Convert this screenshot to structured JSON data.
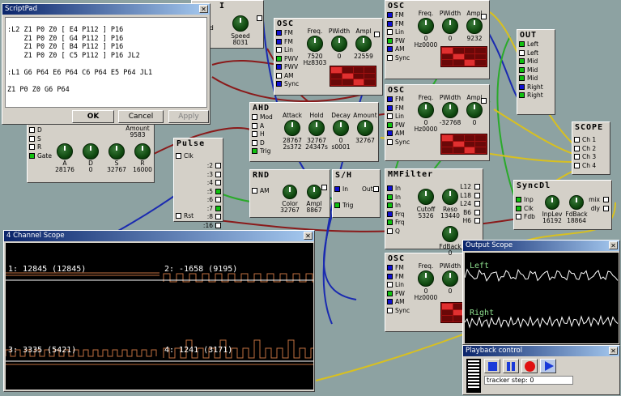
{
  "modules": {
    "speed": {
      "title": "I",
      "knob_name": "Speed",
      "knob_value": "8031",
      "left_label": "d"
    },
    "osc1": {
      "title": "OSC",
      "inputs": [
        "FM",
        "FM",
        "Lin",
        "PWV",
        "PWV",
        "AM",
        "Sync"
      ],
      "knobs": [
        {
          "n": "Freq.",
          "v": "7520",
          "s": "Hz8303"
        },
        {
          "n": "PWidth",
          "v": "0",
          "s": ""
        },
        {
          "n": "Ampl",
          "v": "22559",
          "s": ""
        }
      ]
    },
    "osc2": {
      "title": "OSC",
      "inputs": [
        "FM",
        "FM",
        "Lin",
        "PW",
        "AM",
        "Sync"
      ],
      "knobs": [
        {
          "n": "Freq.",
          "v": "0",
          "s": "Hz0000"
        },
        {
          "n": "PWidth",
          "v": "0",
          "s": ""
        },
        {
          "n": "Ampl",
          "v": "9232",
          "s": ""
        }
      ]
    },
    "osc3": {
      "title": "OSC",
      "inputs": [
        "FM",
        "FM",
        "Lin",
        "PW",
        "AM",
        "Sync"
      ],
      "knobs": [
        {
          "n": "Freq.",
          "v": "0",
          "s": "Hz0000"
        },
        {
          "n": "PWidth",
          "v": "-32768",
          "s": ""
        },
        {
          "n": "Ampl",
          "v": "0",
          "s": ""
        }
      ]
    },
    "osc4": {
      "title": "OSC",
      "inputs": [
        "FM",
        "FM",
        "Lin",
        "PW",
        "AM",
        "Sync"
      ],
      "knobs": [
        {
          "n": "Freq.",
          "v": "0",
          "s": "Hz0000"
        },
        {
          "n": "PWidth",
          "v": "0",
          "s": ""
        }
      ]
    },
    "out": {
      "title": "OUT",
      "inputs": [
        "Left",
        "Left",
        "Mid",
        "Mid",
        "Mid",
        "Right",
        "Right"
      ]
    },
    "scope": {
      "title": "SCOPE",
      "inputs": [
        "Ch 1",
        "Ch 2",
        "Ch 3",
        "Ch 4"
      ]
    },
    "adsr": {
      "inputs": [
        "D",
        "S",
        "R",
        "Gate"
      ],
      "amount_label": "Amount",
      "amount_value": "9583",
      "knobs": [
        {
          "n": "A",
          "v": "28176"
        },
        {
          "n": "D",
          "v": "0"
        },
        {
          "n": "S",
          "v": "32767"
        },
        {
          "n": "R",
          "v": "16000"
        }
      ]
    },
    "ahd": {
      "title": "AHD",
      "inputs": [
        "Mod",
        "A",
        "H",
        "D",
        "Trig"
      ],
      "knobs": [
        {
          "n": "Attack",
          "v": "28767",
          "s": "2s372"
        },
        {
          "n": "Hold",
          "v": "32767",
          "s": "24347s"
        },
        {
          "n": "Decay",
          "v": "0",
          "s": "s0001"
        },
        {
          "n": "Amount",
          "v": "32767",
          "s": ""
        }
      ]
    },
    "pulse": {
      "title": "Pulse",
      "inputs": [
        "Clk",
        "Rst"
      ],
      "outputs": [
        ":2",
        ":3",
        ":4",
        ":5",
        ":6",
        ":7",
        ":8",
        ":16"
      ]
    },
    "rnd": {
      "title": "RND",
      "inputs": [
        "AM"
      ],
      "knobs": [
        {
          "n": "Color",
          "v": "32767"
        },
        {
          "n": "Ampl",
          "v": "8867"
        }
      ]
    },
    "sh": {
      "title": "S/H",
      "inputs": [
        "In",
        "Trig"
      ],
      "out_label": "Out"
    },
    "mmf": {
      "title": "MMFilter",
      "inputs": [
        "In",
        "In",
        "In",
        "Frq",
        "Frq",
        "Q"
      ],
      "outputs": [
        "L12",
        "L18",
        "L24",
        "B6",
        "H6"
      ],
      "knobs": [
        {
          "n": "Cutoff",
          "v": "5326"
        },
        {
          "n": "Reso",
          "v": "13440"
        },
        {
          "n": "FdBack",
          "v": "0"
        }
      ]
    },
    "syncd": {
      "title": "SyncDl",
      "inputs": [
        "Inp",
        "Clk",
        "Fdb"
      ],
      "outputs": [
        "mix",
        "dly"
      ],
      "knobs": [
        {
          "n": "InpLev",
          "v": "16192"
        },
        {
          "n": "FdBack",
          "v": "18864"
        }
      ]
    }
  },
  "scriptpad": {
    "title": "ScriptPad",
    "lines": [
      ":L2 Z1 P0 Z0 [ E4 P112 ] P16",
      "    Z1 P0 Z0 [ G4 P112 ] P16",
      "    Z1 P0 Z0 [ B4 P112 ] P16",
      "    Z1 P0 Z0 [ C5 P112 ] P16 JL2",
      "",
      ":L1 G6 P64 E6 P64 C6 P64 E5 P64 JL1",
      "",
      "Z1 P0 Z0 G6 P64"
    ],
    "ok": "OK",
    "cancel": "Cancel",
    "apply": "Apply"
  },
  "scope4": {
    "title": "4 Channel Scope",
    "ch1": "1: 12845 (12845)",
    "ch2": "2: -1658 (9195)",
    "ch3": "3: 3335 (5421)",
    "ch4": "4: 1241 (3171)"
  },
  "outscope": {
    "title": "Output Scope",
    "left": "Left",
    "right": "Right"
  },
  "playback": {
    "title": "Playback control",
    "step_label": "tracker step:",
    "step_value": "0"
  }
}
